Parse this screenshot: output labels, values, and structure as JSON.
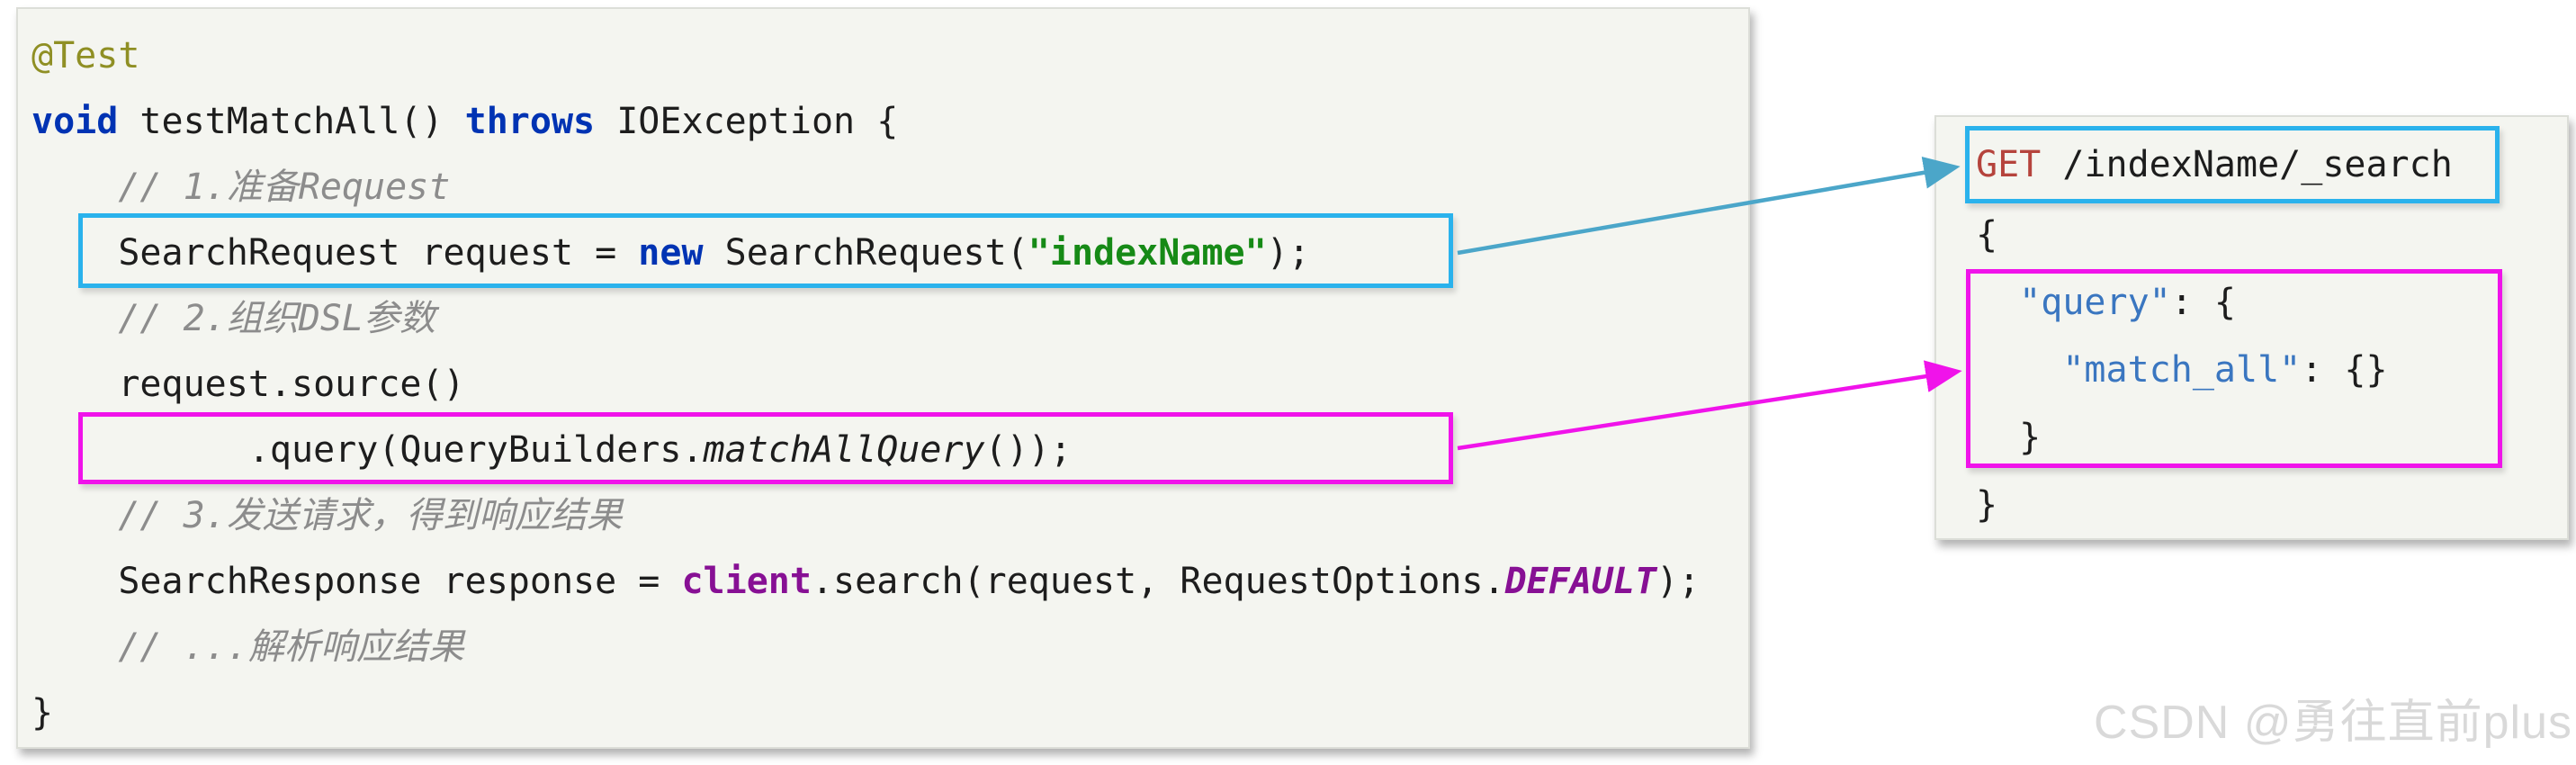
{
  "watermark": "CSDN @勇往直前plus",
  "colors": {
    "panel_background": "#f4f5f0",
    "highlight_blue": "#2ab2ec",
    "highlight_magenta": "#f013ea",
    "arrow_blue": "#4ba6c9",
    "arrow_magenta": "#f013ea",
    "keyword_blue": "#0033b3",
    "string_green": "#168a16",
    "annotation_olive": "#8f8f24",
    "comment_gray": "#8c8c8c",
    "field_purple": "#871094",
    "json_key_blue": "#3a76c0",
    "http_method_red": "#b5433c"
  },
  "left_code": {
    "lines": [
      {
        "segments": [
          {
            "text": "@Test",
            "style": "annotation"
          }
        ]
      },
      {
        "segments": [
          {
            "text": "void",
            "style": "kw"
          },
          {
            "text": " testMatchAll() ",
            "style": "plain"
          },
          {
            "text": "throws",
            "style": "kw"
          },
          {
            "text": " IOException {",
            "style": "plain"
          }
        ]
      },
      {
        "segments": [
          {
            "text": "    // 1.准备Request",
            "style": "comment"
          }
        ]
      },
      {
        "segments": [
          {
            "text": "    SearchRequest request = ",
            "style": "plain"
          },
          {
            "text": "new",
            "style": "kw"
          },
          {
            "text": " SearchRequest(",
            "style": "plain"
          },
          {
            "text": "\"indexName\"",
            "style": "string"
          },
          {
            "text": ");",
            "style": "plain"
          }
        ]
      },
      {
        "segments": [
          {
            "text": "    // 2.组织DSL参数",
            "style": "comment"
          }
        ]
      },
      {
        "segments": [
          {
            "text": "    request.source()",
            "style": "plain"
          }
        ]
      },
      {
        "segments": [
          {
            "text": "          .query(QueryBuilders.",
            "style": "plain"
          },
          {
            "text": "matchAllQuery",
            "style": "italic"
          },
          {
            "text": "());",
            "style": "plain"
          }
        ]
      },
      {
        "segments": [
          {
            "text": "    // 3.发送请求，得到响应结果",
            "style": "comment"
          }
        ]
      },
      {
        "segments": [
          {
            "text": "    SearchResponse response = ",
            "style": "plain"
          },
          {
            "text": "client",
            "style": "field"
          },
          {
            "text": ".search(request, RequestOptions.",
            "style": "plain"
          },
          {
            "text": "DEFAULT",
            "style": "staticfield"
          },
          {
            "text": ");",
            "style": "plain"
          }
        ]
      },
      {
        "segments": [
          {
            "text": "    // ...解析响应结果",
            "style": "comment"
          }
        ]
      },
      {
        "segments": [
          {
            "text": "}",
            "style": "plain"
          }
        ]
      }
    ]
  },
  "right_dsl": {
    "lines": [
      {
        "segments": [
          {
            "text": "GET ",
            "style": "get"
          },
          {
            "text": "/indexName/_search",
            "style": "plain"
          }
        ]
      },
      {
        "segments": [
          {
            "text": "{",
            "style": "plain"
          }
        ]
      },
      {
        "segments": [
          {
            "text": "  ",
            "style": "plain"
          },
          {
            "text": "\"query\"",
            "style": "key"
          },
          {
            "text": ": {",
            "style": "plain"
          }
        ]
      },
      {
        "segments": [
          {
            "text": "    ",
            "style": "plain"
          },
          {
            "text": "\"match_all\"",
            "style": "key"
          },
          {
            "text": ": {}",
            "style": "plain"
          }
        ]
      },
      {
        "segments": [
          {
            "text": "  }",
            "style": "plain"
          }
        ]
      },
      {
        "segments": [
          {
            "text": "}",
            "style": "plain"
          }
        ]
      }
    ]
  }
}
